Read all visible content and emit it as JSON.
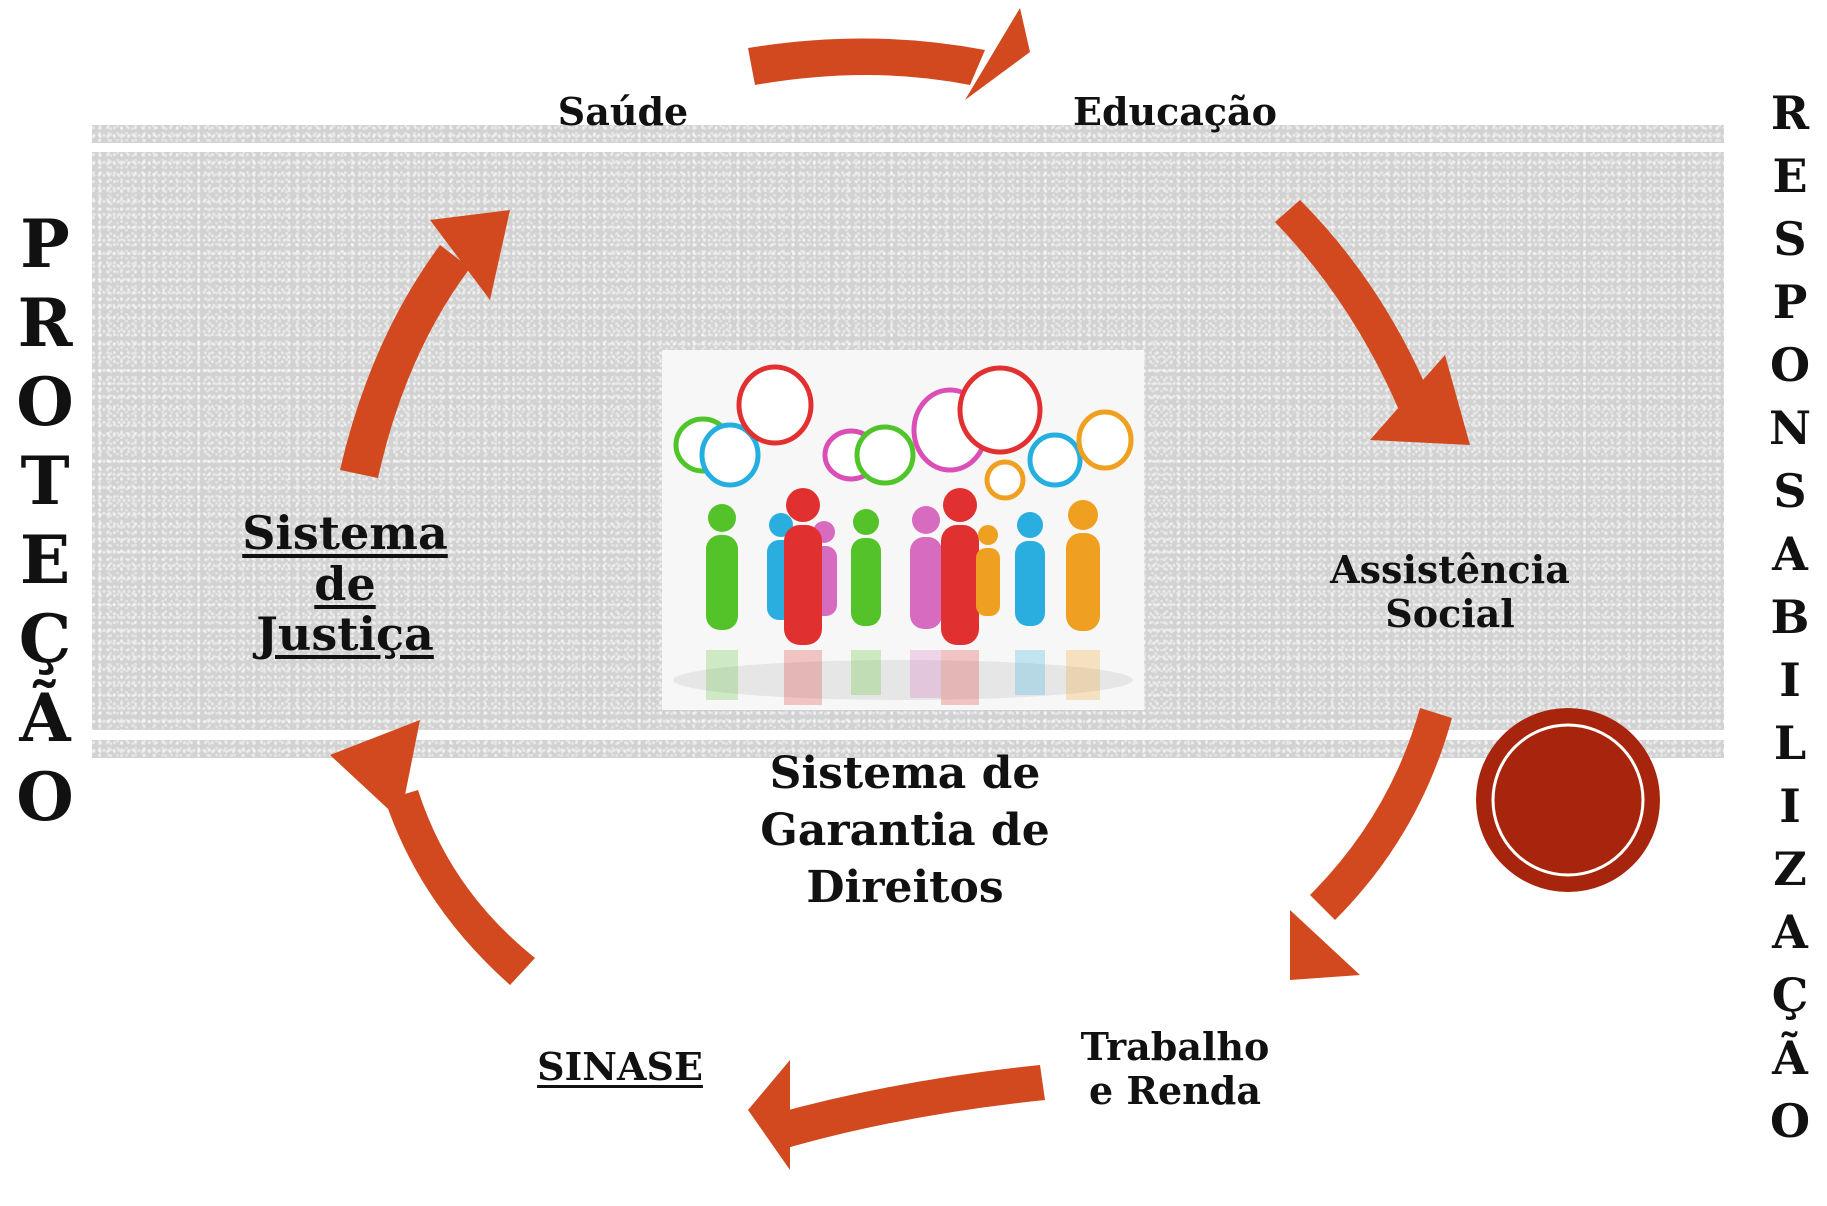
{
  "nodes": {
    "saude": "Saúde",
    "educacao": "Educação",
    "assistencia": [
      "Assistência",
      "Social"
    ],
    "trabalho": [
      "Trabalho",
      "e Renda"
    ],
    "sinase": "SINASE",
    "justica": [
      "Sistema",
      "de",
      "Justiça"
    ]
  },
  "center_caption": [
    "Sistema de",
    "Garantia de",
    "Direitos"
  ],
  "left_vertical": "PROTEÇÃO",
  "right_vertical": "RESPONSABILIZAÇÃO",
  "colors": {
    "arrow": "#d2491f",
    "band": "#d2d2d2",
    "badge": "#a8250d",
    "text": "#111111"
  }
}
